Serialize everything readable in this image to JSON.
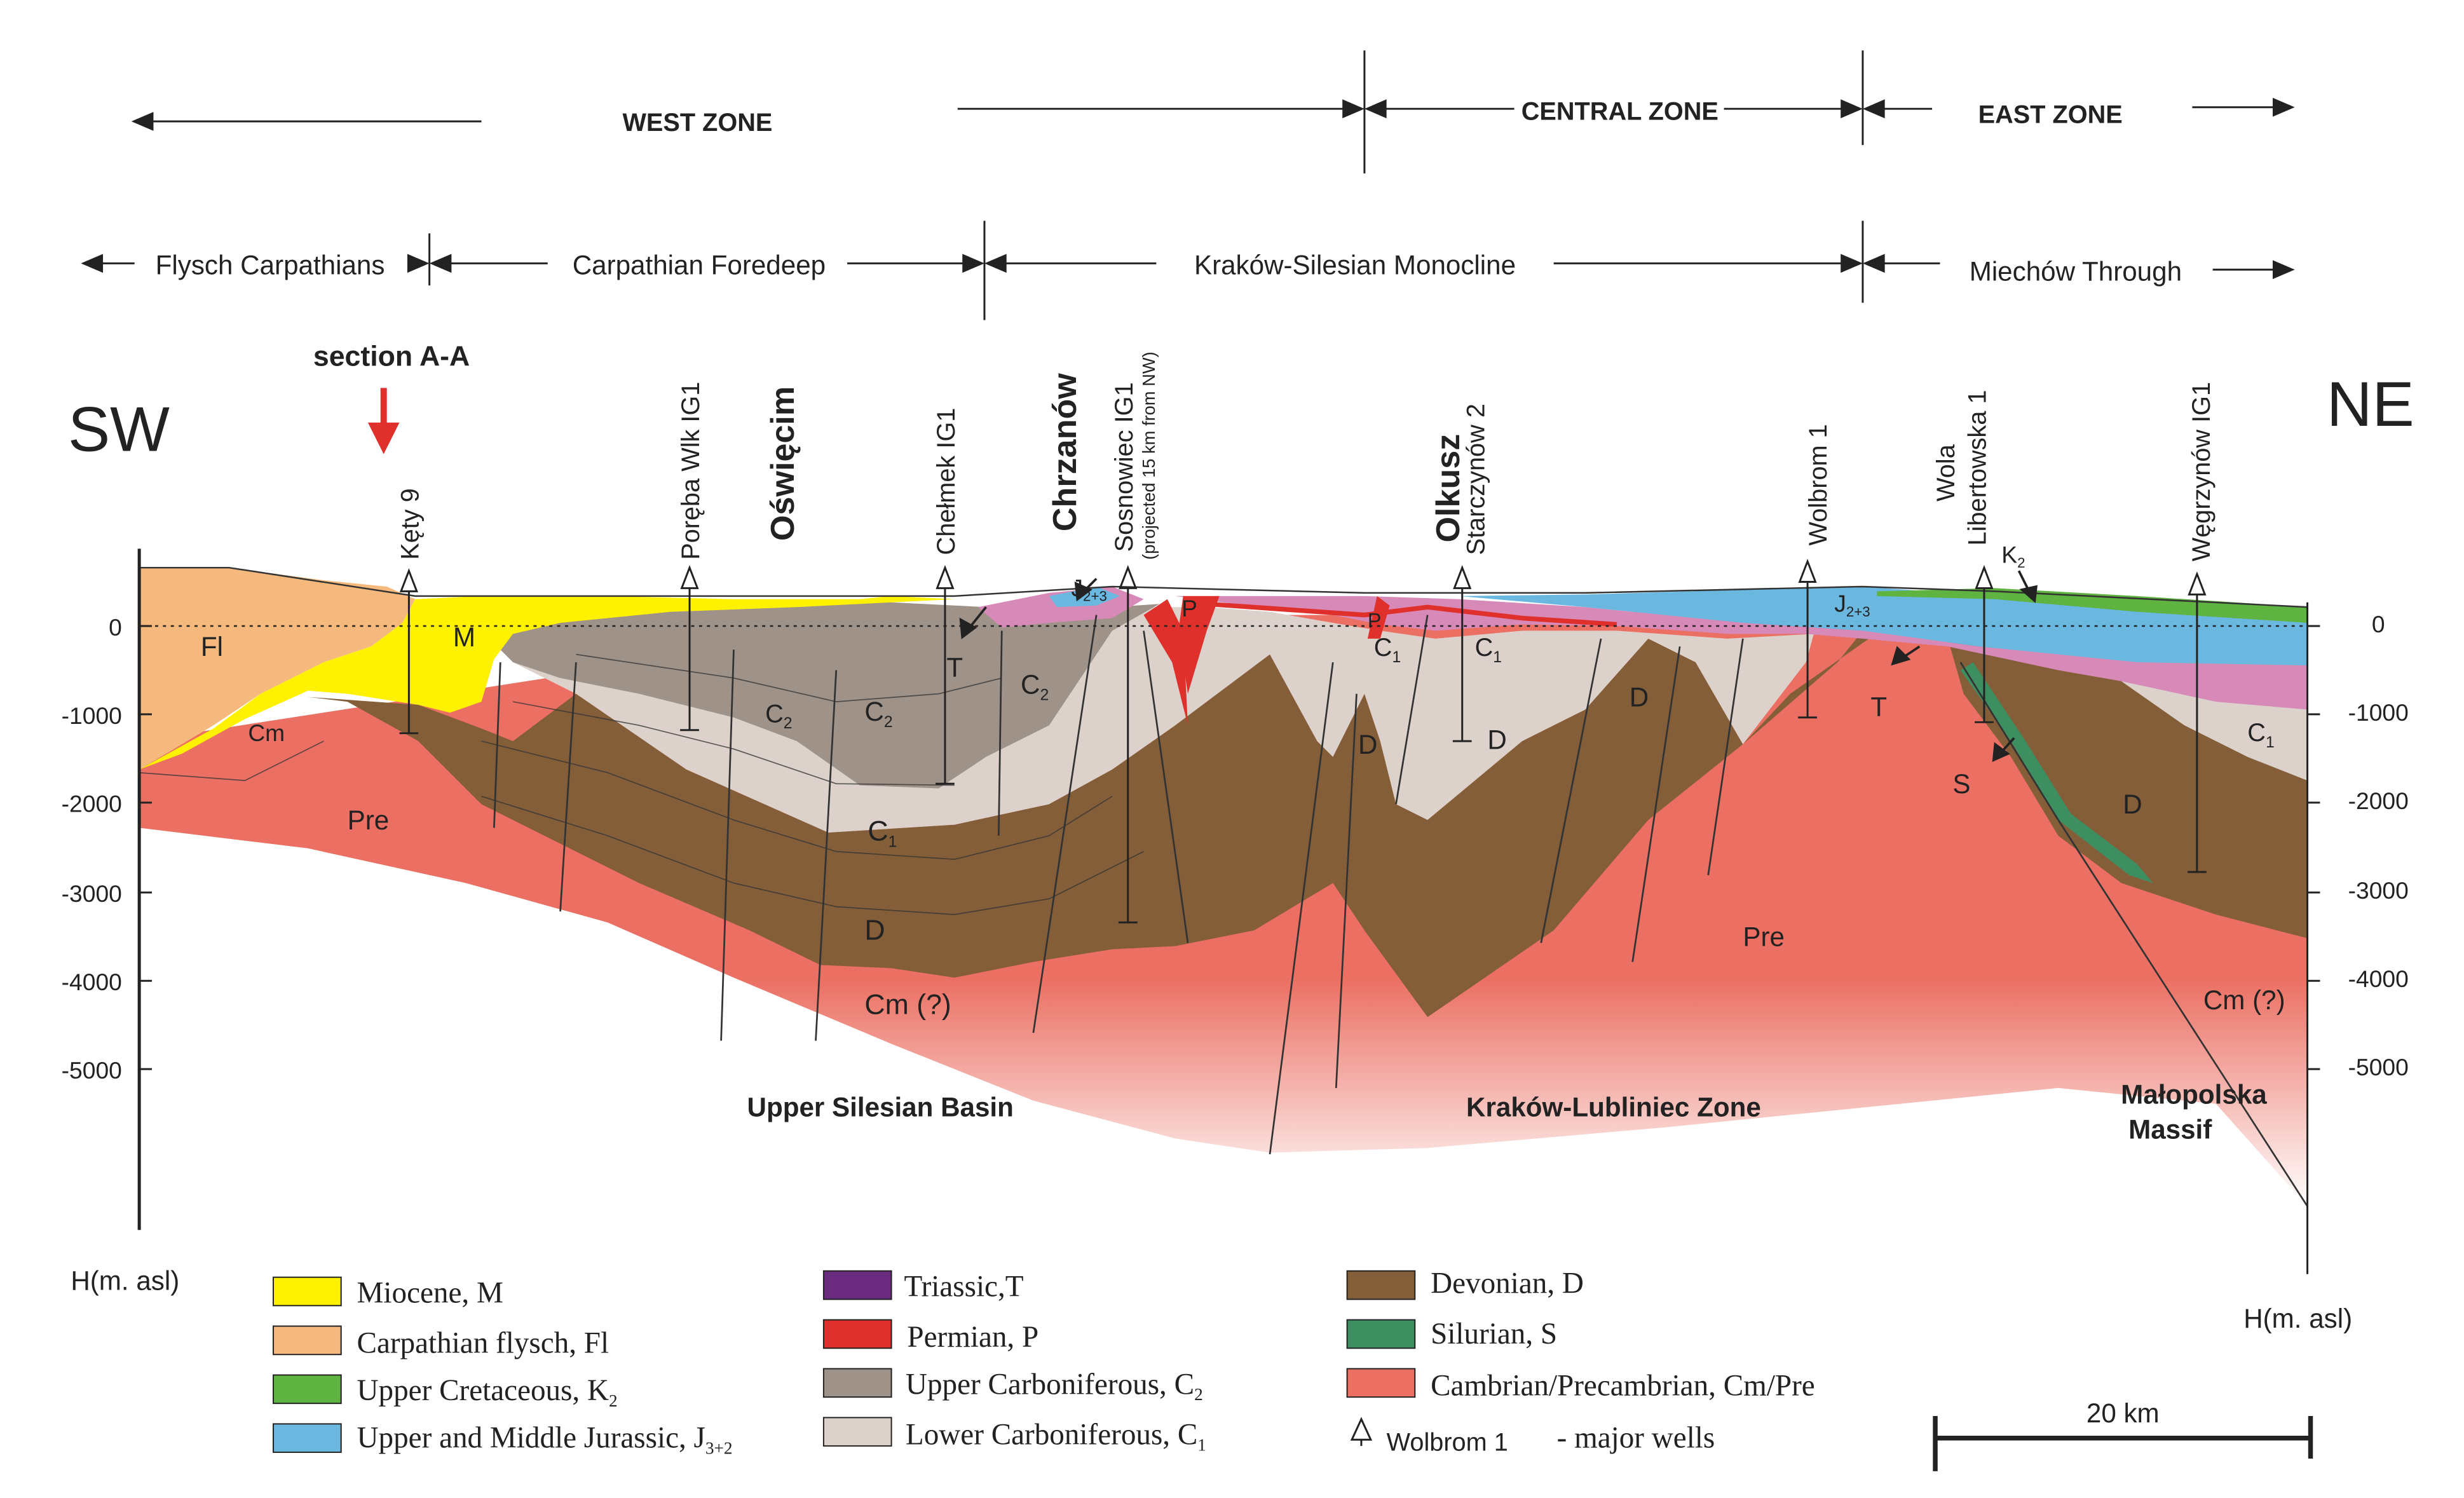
{
  "zones": {
    "west": "WEST ZONE",
    "central": "CENTRAL ZONE",
    "east": "EAST ZONE"
  },
  "tectonic_units": {
    "flysch": "Flysch Carpathians",
    "foredeep": "Carpathian Foredeep",
    "monocline": "Kraków-Silesian Monocline",
    "miechow": "Miechów Through"
  },
  "section_marker": "section  A-A",
  "ends": {
    "left": "SW",
    "right": "NE"
  },
  "towns": {
    "oswiecim": "Oświęcim",
    "chrzanow": "Chrzanów",
    "olkusz": "Olkusz"
  },
  "wells": {
    "kety": "Kęty 9",
    "poreba": "Poręba Wlk IG1",
    "chelmek": "Chełmek IG1",
    "sosnowiec": "Sosnowiec  IG1",
    "sosnowiec_note": "(projected 15 km from NW)",
    "starczynow": "Starczynów 2",
    "wolbrom": "Wolbrom 1",
    "wola_line1": "Wola",
    "wola_line2": "Libertowska 1",
    "wegrzynow": "Węgrzynów IG1"
  },
  "depth_axis": {
    "ticks": [
      "0",
      "-1000",
      "-2000",
      "-3000",
      "-4000",
      "-5000"
    ],
    "label_left": "H(m. asl)",
    "label_right": "H(m. asl)"
  },
  "unit_labels": {
    "fl": "Fl",
    "m": "M",
    "cm": "Cm",
    "pre": "Pre",
    "pre2": "Pre",
    "c2": "C",
    "c2_sub": "2",
    "c1": "C",
    "c1_sub": "1",
    "t": "T",
    "d": "D",
    "p": "P",
    "s": "S",
    "k2": "K",
    "k2_sub": "2",
    "j23": "J",
    "j23_sub": "2+3",
    "cm_q": "Cm (?)"
  },
  "region_labels": {
    "usb": "Upper Silesian Basin",
    "klz": "Kraków-Lubliniec Zone",
    "mm_line1": "Małopolska",
    "mm_line2": "Massif"
  },
  "legend": {
    "miocene": "Miocene, M",
    "flysch": "Carpathian flysch, Fl",
    "cretaceous": "Upper Cretaceous, K",
    "cretaceous_sub": "2",
    "jurassic": "Upper and Middle Jurassic, J",
    "jurassic_sub": "3+2",
    "triassic": "Triassic,T",
    "permian": "Permian, P",
    "c2": "Upper Carboniferous, C",
    "c2_sub": "2",
    "c1": "Lower Carboniferous, C",
    "c1_sub": "1",
    "devonian": "Devonian, D",
    "silurian": "Silurian, S",
    "cambrian": "Cambrian/Precambrian, Cm/Pre",
    "well_example": "Wolbrom 1",
    "well_note": "- major wells"
  },
  "scale_bar": "20 km",
  "colors": {
    "miocene": "#fff200",
    "flysch": "#f5b97e",
    "cretaceous": "#5fb340",
    "jurassic": "#6ab7df",
    "triassic": "#d789b8",
    "triassic_legend": "#6a2a7e",
    "permian": "#e0302c",
    "c2": "#9e9289",
    "c1": "#dcd2cb",
    "devonian": "#835e38",
    "silurian": "#3d8f61",
    "cambrian": "#eb6f62"
  }
}
